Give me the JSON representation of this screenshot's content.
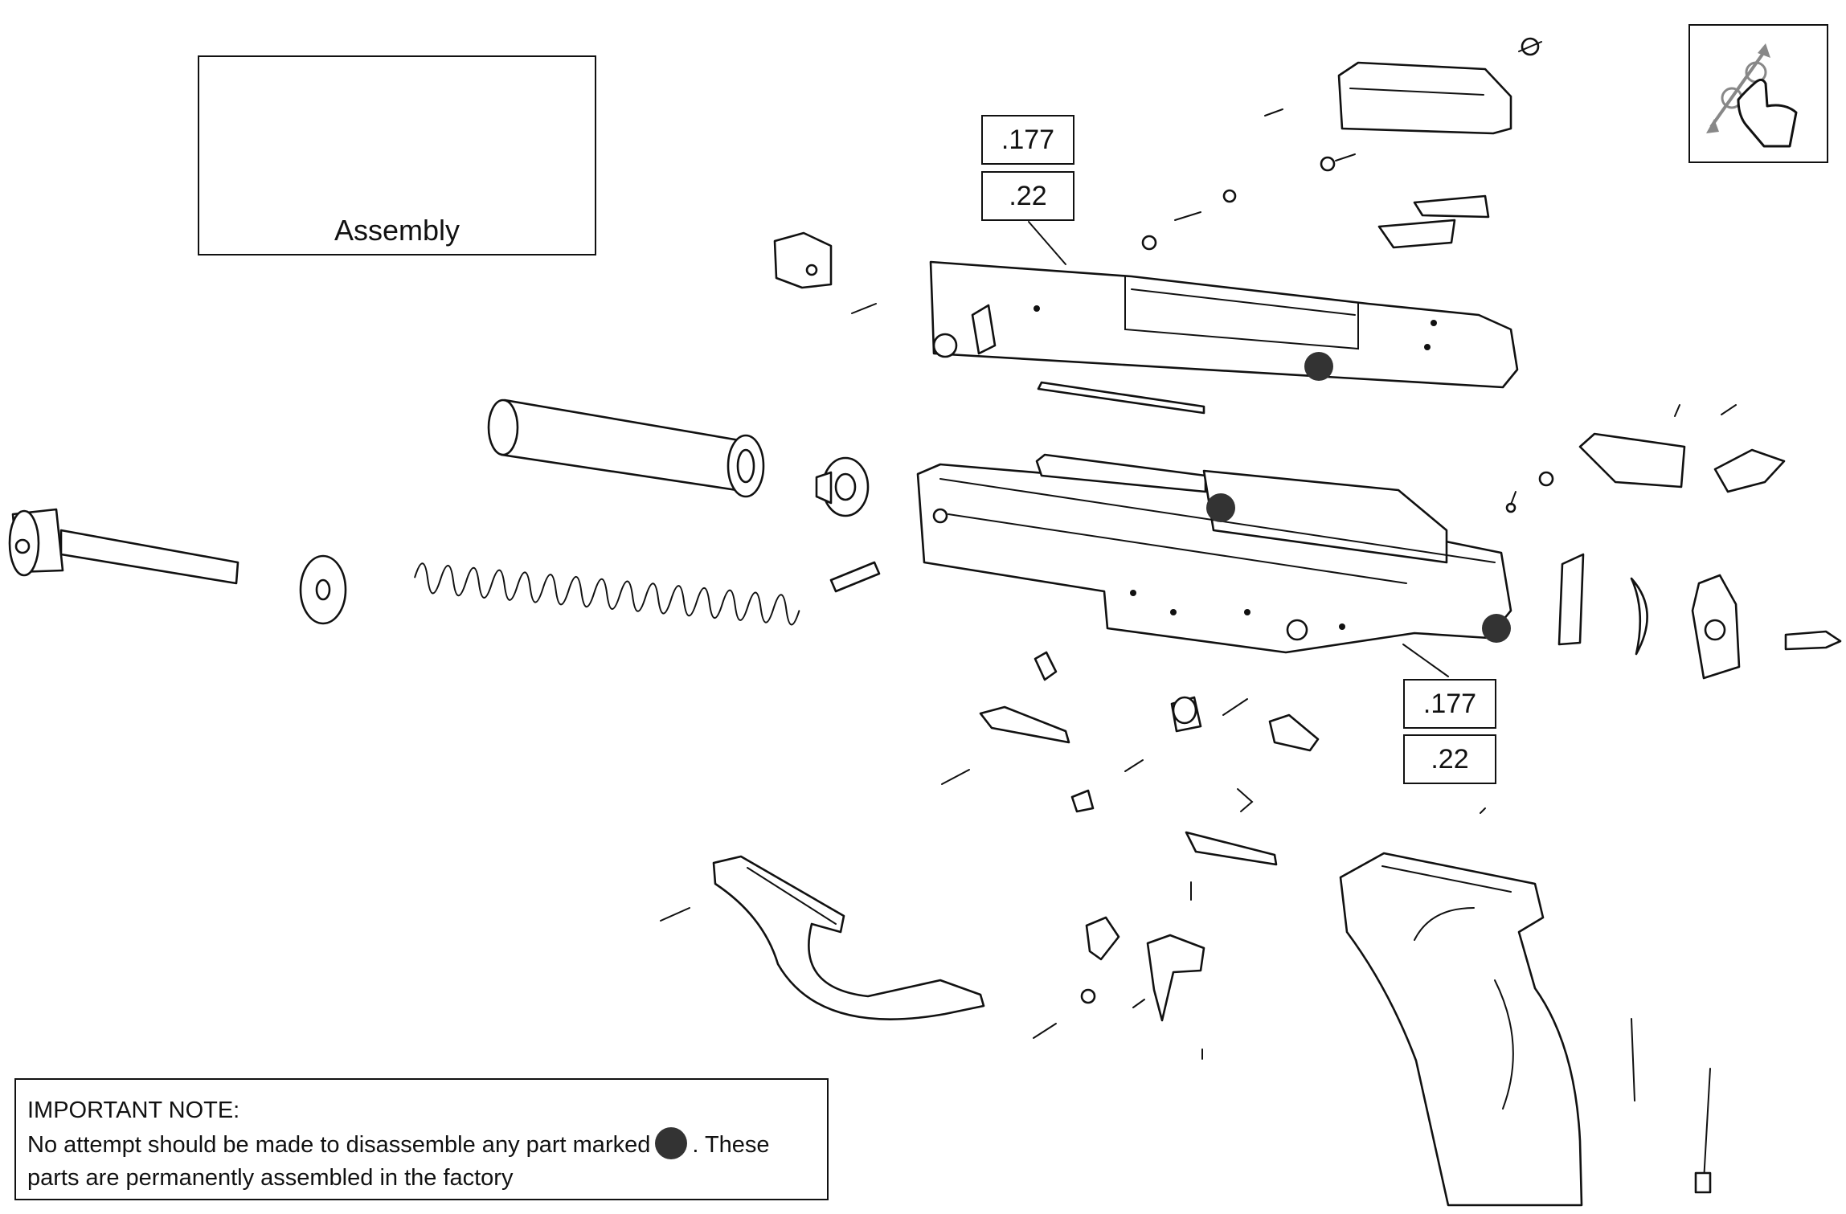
{
  "assembly": {
    "label": "Assembly"
  },
  "callouts": {
    "upper": [
      ".177",
      ".22"
    ],
    "lower": [
      ".177",
      ".22"
    ]
  },
  "note": {
    "heading": "IMPORTANT NOTE:",
    "line1_before": "No attempt should be made to disassemble any part marked",
    "line1_after": ". These",
    "line2": "parts are permanently assembled in the factory"
  },
  "controls": {
    "zoom_icon": "pinch-zoom-icon"
  },
  "colors": {
    "marker": "#333333",
    "line": "#111111",
    "background": "#ffffff"
  }
}
